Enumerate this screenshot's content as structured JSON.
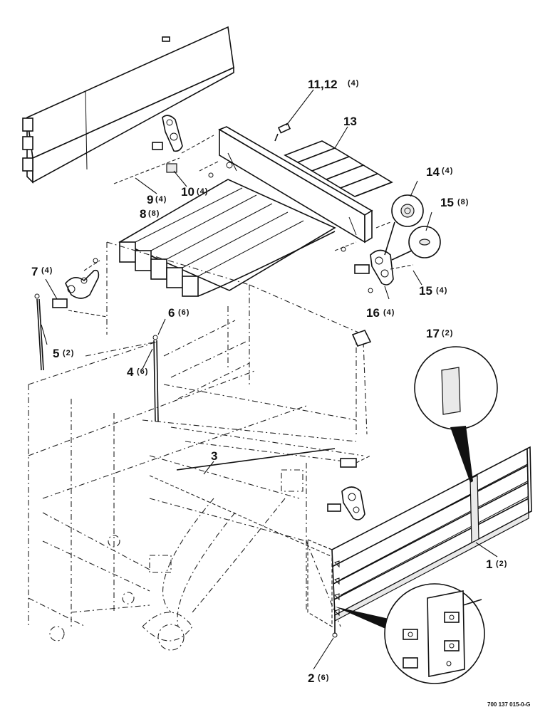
{
  "callouts": [
    {
      "id": "c1",
      "number": "1",
      "qty": "(2)"
    },
    {
      "id": "c2",
      "number": "2",
      "qty": "(6)"
    },
    {
      "id": "c3",
      "number": "3",
      "qty": ""
    },
    {
      "id": "c4",
      "number": "4",
      "qty": "(6)"
    },
    {
      "id": "c5",
      "number": "5",
      "qty": "(2)"
    },
    {
      "id": "c6",
      "number": "6",
      "qty": "(6)"
    },
    {
      "id": "c7",
      "number": "7",
      "qty": "(4)"
    },
    {
      "id": "c8",
      "number": "8",
      "qty": "(8)"
    },
    {
      "id": "c9",
      "number": "9",
      "qty": "(4)"
    },
    {
      "id": "c10",
      "number": "10",
      "qty": "(4)"
    },
    {
      "id": "c11",
      "number": "11,12",
      "qty": "(4)"
    },
    {
      "id": "c13",
      "number": "13",
      "qty": ""
    },
    {
      "id": "c14",
      "number": "14",
      "qty": "(4)"
    },
    {
      "id": "c15a",
      "number": "15",
      "qty": "(8)"
    },
    {
      "id": "c15b",
      "number": "15",
      "qty": "(4)"
    },
    {
      "id": "c16",
      "number": "16",
      "qty": "(4)"
    },
    {
      "id": "c17",
      "number": "17",
      "qty": "(2)"
    }
  ],
  "figure_number": "700 137 015-0-G"
}
